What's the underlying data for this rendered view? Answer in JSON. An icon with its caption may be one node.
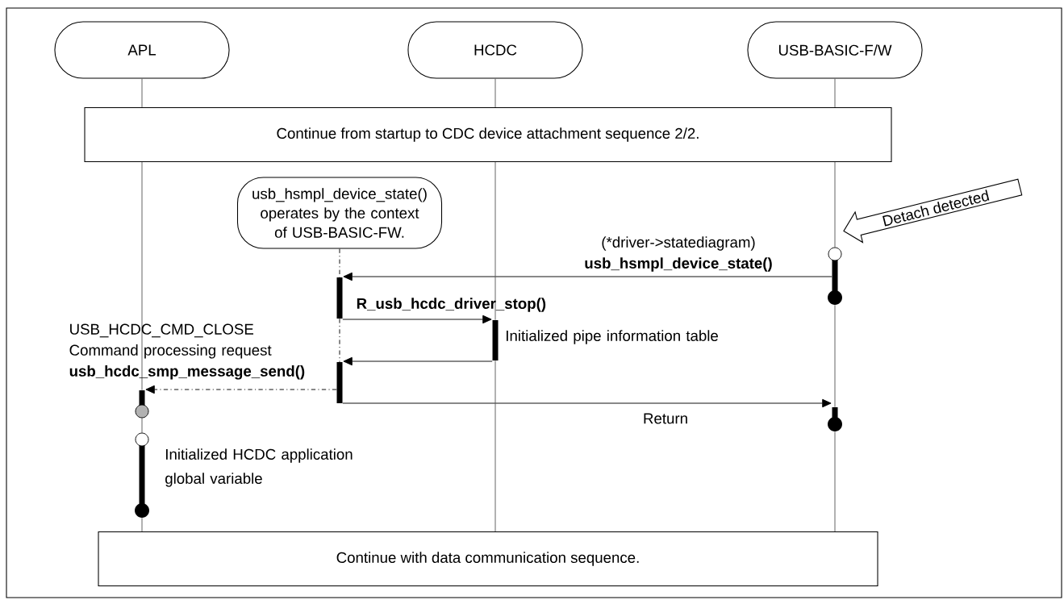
{
  "diagram": {
    "nodes": [
      {
        "text": [
          "APL"
        ]
      },
      {
        "text": [
          "HCDC"
        ]
      },
      {
        "text": [
          "USB-BASIC-F/W"
        ]
      },
      {
        "text": [
          "Continue from startup to CDC device attachment sequence 2/2."
        ]
      },
      {
        "text": [
          "usb_hsmpl_device_state() operates by the context of USB-BASIC-FW."
        ]
      },
      {
        "text": [
          "Detach detected"
        ]
      },
      {
        "text": [],
        "shape": "bar"
      },
      {
        "text": [],
        "shape": "bar"
      },
      {
        "text": [],
        "shape": "bar",
        "beside": [
          "Initialized pipe information table"
        ]
      },
      {
        "text": [],
        "shape": "bar"
      },
      {
        "text": [],
        "shape": "bar"
      },
      {
        "text": [],
        "shape": "bar"
      },
      {
        "text": [],
        "shape": "bar",
        "beside": [
          "Initialized HCDC application global variable"
        ]
      },
      {
        "text": [
          "Continue with data communication sequence."
        ]
      }
    ],
    "edges": [
      {
        "from": 6,
        "to": 7,
        "arrow": "to",
        "label": "(*driver->statediagram) **usb_hsmpl_device_state()**"
      },
      {
        "from": 7,
        "to": 8,
        "arrow": "to",
        "label": "R_usb_hcdc_driver_stop()"
      },
      {
        "from": 8,
        "to": 9,
        "arrow": "to"
      },
      {
        "from": 9,
        "to": 10,
        "arrow": "to",
        "style": "dashed",
        "label": "USB_HCDC_CMD_CLOSE Command processing request **usb_hcdc_smp_message_send()**"
      },
      {
        "from": 9,
        "to": 11,
        "arrow": "to",
        "label": "Return"
      },
      {
        "from": 0,
        "to": 3,
        "arrow": "none"
      },
      {
        "from": 1,
        "to": 3,
        "arrow": "none"
      },
      {
        "from": 2,
        "to": 3,
        "arrow": "none"
      },
      {
        "from": 3,
        "to": 10,
        "arrow": "none"
      },
      {
        "from": 10,
        "to": 12,
        "arrow": "none"
      },
      {
        "from": 12,
        "to": 13,
        "arrow": "none"
      },
      {
        "from": 3,
        "to": 8,
        "arrow": "none"
      },
      {
        "from": 8,
        "to": 13,
        "arrow": "none"
      },
      {
        "from": 3,
        "to": 6,
        "arrow": "none"
      },
      {
        "from": 6,
        "to": 11,
        "arrow": "none"
      },
      {
        "from": 11,
        "to": 13,
        "arrow": "none"
      },
      {
        "from": 4,
        "to": 7,
        "arrow": "none",
        "style": "dashed"
      },
      {
        "from": 7,
        "to": 9,
        "arrow": "none",
        "style": "dashed"
      }
    ]
  }
}
